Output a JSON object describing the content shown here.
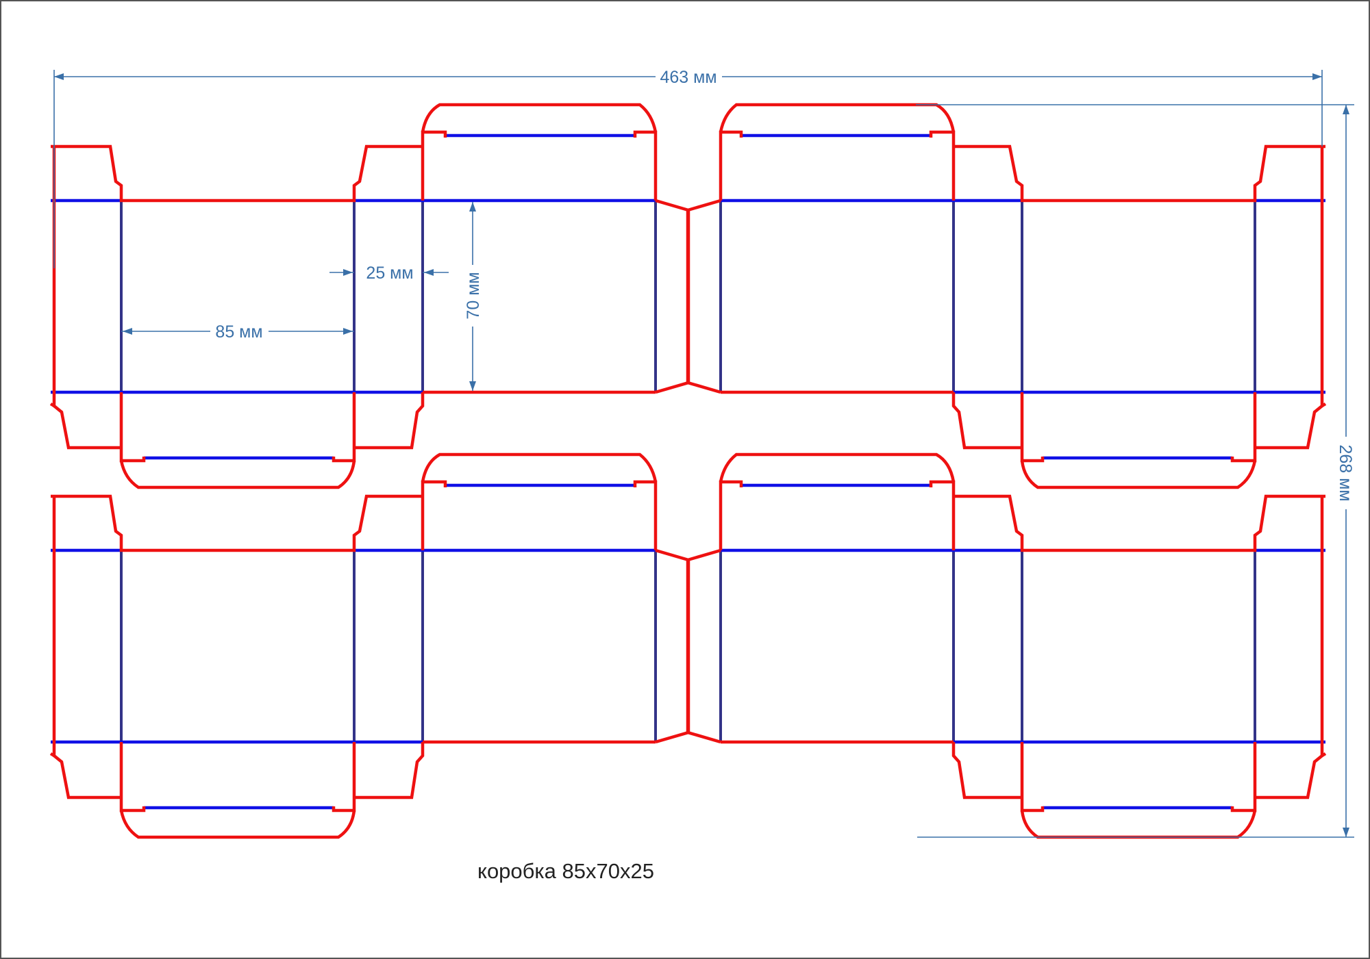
{
  "title": "коробка 85x70x25",
  "dimensions": {
    "total_width": "463 мм",
    "total_height": "268 мм",
    "panel_width": "85 мм",
    "side_width": "25 мм",
    "panel_height": "70 мм"
  },
  "colors": {
    "cut_line": "#ee1111",
    "fold_line": "#1010e6",
    "crease_line": "#333388",
    "dimension": "#3a70a8"
  },
  "layout_info": {
    "rows": 2,
    "boxes_per_row": 2
  }
}
